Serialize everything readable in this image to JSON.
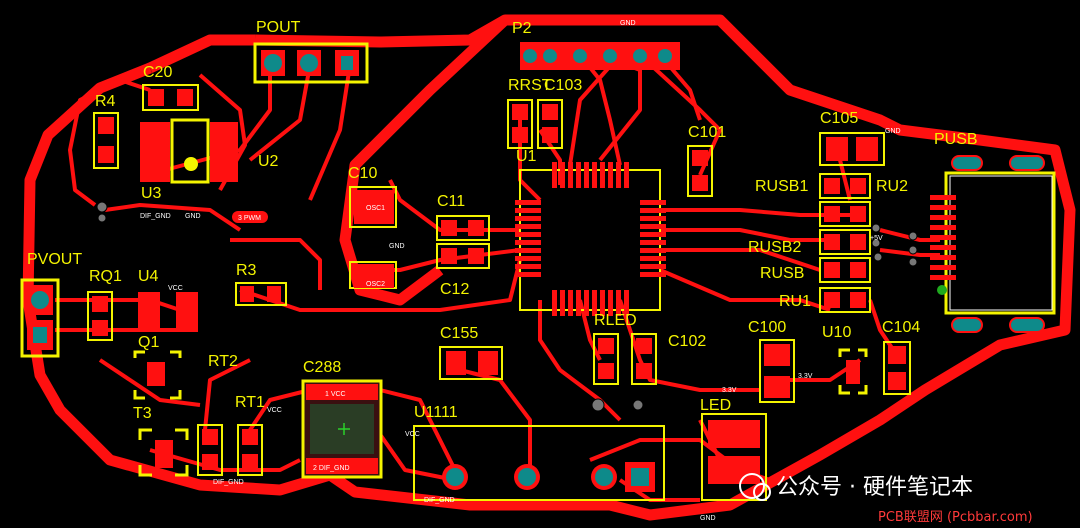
{
  "components": {
    "pout": "POUT",
    "p2": "P2",
    "c20": "C20",
    "r4": "R4",
    "u2": "U2",
    "u3": "U3",
    "c10": "C10",
    "c11": "C11",
    "c12": "C12",
    "r3": "R3",
    "pvout": "PVOUT",
    "rq1": "RQ1",
    "u4": "U4",
    "q1": "Q1",
    "rt2": "RT2",
    "rt1": "RT1",
    "t3": "T3",
    "c288": "C288",
    "u1111": "U1111",
    "c155": "C155",
    "rrst": "RRST",
    "c103": "C103",
    "u1": "U1",
    "c101": "C101",
    "c105": "C105",
    "pusb": "PUSB",
    "rusb1": "RUSB1",
    "ru2": "RU2",
    "rusb2": "RUSB2",
    "rusb": "RUSB",
    "ru1": "RU1",
    "rled": "RLED",
    "c102": "C102",
    "c100": "C100",
    "u10": "U10",
    "c104": "C104",
    "led": "LED"
  },
  "nets": {
    "gnd": "GND",
    "vcc": "VCC",
    "dif_gnd": "DIF_GND",
    "pwm": "3 PWM",
    "osc1": "OSC1",
    "osc2": "OSC2",
    "v33": "3.3V",
    "v5": "+5V",
    "pin1_vcc": "1 VCC",
    "pin2_difgnd": "2 DIF_GND"
  },
  "watermark": {
    "main": "公众号 · 硬件笔记本",
    "site": "PCB联盟网 (Pcbbar.com)"
  },
  "colors": {
    "board_bg": "#000000",
    "copper": "#ff0000",
    "silkscreen": "#f4f400",
    "pad": "#0e8a8a",
    "via": "#8a8a8a"
  }
}
